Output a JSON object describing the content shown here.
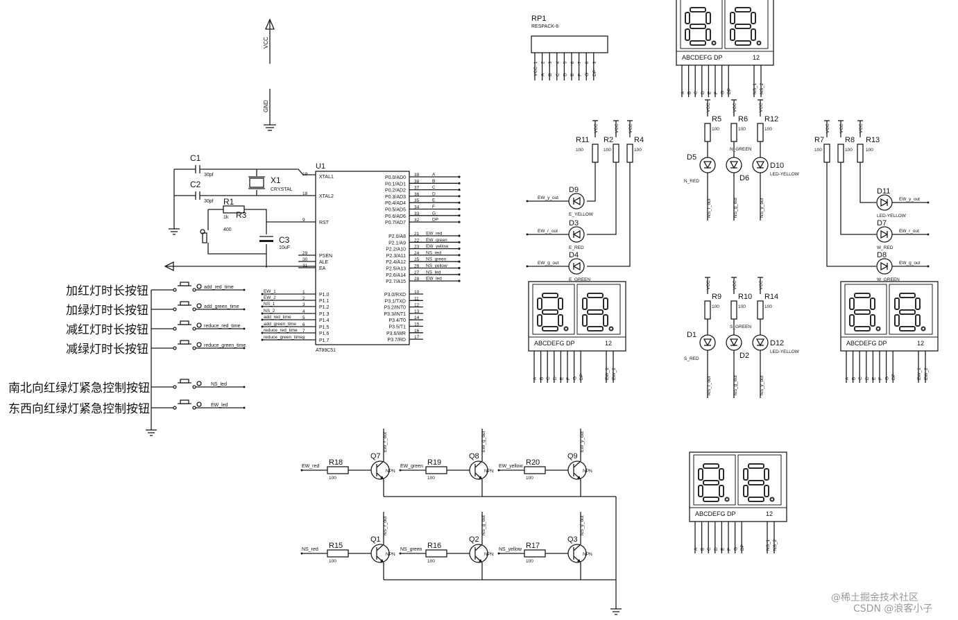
{
  "supply": {
    "vcc": "VCC",
    "gnd": "GND"
  },
  "mcu": {
    "ref": "U1",
    "part": "AT89C51",
    "left_pins": [
      {
        "name": "XTAL1",
        "num": "19"
      },
      {
        "name": "XTAL2",
        "num": "18"
      },
      {
        "name": "RST",
        "num": "9"
      },
      {
        "name": "PSEN",
        "num": "29"
      },
      {
        "name": "ALE",
        "num": "30"
      },
      {
        "name": "EA",
        "num": "31"
      },
      {
        "name": "P1.0",
        "num": "1"
      },
      {
        "name": "P1.1",
        "num": "2"
      },
      {
        "name": "P1.2",
        "num": "3"
      },
      {
        "name": "P1.3",
        "num": "4"
      },
      {
        "name": "P1.4",
        "num": "5"
      },
      {
        "name": "P1.5",
        "num": "6"
      },
      {
        "name": "P1.6",
        "num": "7"
      },
      {
        "name": "P1.7",
        "num": "8"
      }
    ],
    "p1_nets": [
      "EW_1",
      "EW_2",
      "NS_1",
      "NS_2",
      "add_red_time",
      "add_green_time",
      "reduce_red_time",
      "reduce_green_time"
    ],
    "right_pins": [
      {
        "name": "P0.0/AD0",
        "num": "39",
        "net": "A"
      },
      {
        "name": "P0.1/AD1",
        "num": "38",
        "net": "B"
      },
      {
        "name": "P0.2/AD2",
        "num": "37",
        "net": "C"
      },
      {
        "name": "P0.3/AD3",
        "num": "36",
        "net": "D"
      },
      {
        "name": "P0.4/AD4",
        "num": "35",
        "net": "E"
      },
      {
        "name": "P0.5/AD5",
        "num": "34",
        "net": "F"
      },
      {
        "name": "P0.6/AD6",
        "num": "33",
        "net": "G"
      },
      {
        "name": "P0.7/AD7",
        "num": "32",
        "net": "DP"
      },
      {
        "name": "P2.0/A8",
        "num": "21",
        "net": "EW_red"
      },
      {
        "name": "P2.1/A9",
        "num": "22",
        "net": "EW_green"
      },
      {
        "name": "P2.2/A10",
        "num": "23",
        "net": "EW_yellow"
      },
      {
        "name": "P2.3/A11",
        "num": "24",
        "net": "NS_red"
      },
      {
        "name": "P2.4/A12",
        "num": "25",
        "net": "NS_green"
      },
      {
        "name": "P2.5/A13",
        "num": "26",
        "net": "NS_yellow"
      },
      {
        "name": "P2.6/A14",
        "num": "27",
        "net": "NS_led"
      },
      {
        "name": "P2.7/A15",
        "num": "28",
        "net": "EW_led"
      },
      {
        "name": "P3.0/RXD",
        "num": "10",
        "net": ""
      },
      {
        "name": "P3.1/TXD",
        "num": "11",
        "net": ""
      },
      {
        "name": "P3.2/INT0",
        "num": "12",
        "net": ""
      },
      {
        "name": "P3.3/INT1",
        "num": "13",
        "net": ""
      },
      {
        "name": "P3.4/T0",
        "num": "14",
        "net": ""
      },
      {
        "name": "P3.5/T1",
        "num": "15",
        "net": ""
      },
      {
        "name": "P3.6/WR",
        "num": "16",
        "net": ""
      },
      {
        "name": "P3.7/RD",
        "num": "17",
        "net": ""
      }
    ]
  },
  "oscillator": {
    "c1": {
      "ref": "C1",
      "value": "30pf"
    },
    "c2": {
      "ref": "C2",
      "value": "30pf"
    },
    "x1": {
      "ref": "X1",
      "value": "CRYSTAL"
    },
    "r1": {
      "ref": "R1",
      "value": "1k"
    },
    "r3": {
      "ref": "R3",
      "value": "400"
    },
    "c3": {
      "ref": "C3",
      "value": "10uF"
    }
  },
  "rp1": {
    "ref": "RP1",
    "part": "RESPACK-8",
    "pins": [
      "VCC",
      "A",
      "B",
      "C",
      "D",
      "E",
      "F",
      "G",
      "DP"
    ],
    "nums": [
      "1",
      "2",
      "3",
      "4",
      "5",
      "6",
      "7",
      "8",
      "9"
    ]
  },
  "buttons": [
    {
      "label": "加红灯时长按钮",
      "net": "add_red_time"
    },
    {
      "label": "加绿灯时长按钮",
      "net": "add_green_time"
    },
    {
      "label": "减红灯时长按钮",
      "net": "reduce_red_time"
    },
    {
      "label": "减绿灯时长按钮",
      "net": "reduce_green_time"
    },
    {
      "label": "南北向红绿灯紧急控制按钮",
      "net": "NS_led"
    },
    {
      "label": "东西向红绿灯紧急控制按钮",
      "net": "EW_led"
    }
  ],
  "display": {
    "seg_pins": [
      "A",
      "B",
      "C",
      "D",
      "E",
      "F",
      "G",
      "DP"
    ],
    "footer_left": "ABCDEFG DP",
    "footer_right": "12",
    "dig_labels": {
      "top": [
        "NS_1",
        "NS_2"
      ],
      "west": [
        "EW_1",
        "EW_2"
      ],
      "east": [
        "EW_1",
        "EW_2"
      ],
      "bottom": [
        "NS_1",
        "NS_2"
      ]
    }
  },
  "west_leds": {
    "resistors": [
      {
        "ref": "R11",
        "value": "100"
      },
      {
        "ref": "R2",
        "value": "100"
      },
      {
        "ref": "R4",
        "value": "100"
      }
    ],
    "leds": [
      {
        "ref": "D9",
        "net": "EW_y_out",
        "label": "E_YELLOW"
      },
      {
        "ref": "D3",
        "net": "EW_r_out",
        "label": "E_RED"
      },
      {
        "ref": "D4",
        "net": "EW_g_out",
        "label": "E_GREEN"
      }
    ]
  },
  "north_leds": {
    "resistors": [
      {
        "ref": "R5",
        "value": "100"
      },
      {
        "ref": "R6",
        "value": "100"
      },
      {
        "ref": "R12",
        "value": "100"
      }
    ],
    "leds": [
      {
        "ref": "D5",
        "label": "N_RED",
        "net": "NS_r_out"
      },
      {
        "ref": "D6",
        "label": "N_GREEN",
        "net": "NS_g_out"
      },
      {
        "ref": "D10",
        "label": "LED-YELLOW",
        "net": "NS_y_out"
      }
    ]
  },
  "east_leds": {
    "resistors": [
      {
        "ref": "R7",
        "value": "100"
      },
      {
        "ref": "R8",
        "value": "100"
      },
      {
        "ref": "R13",
        "value": "100"
      }
    ],
    "leds": [
      {
        "ref": "D11",
        "net": "EW_y_out",
        "label": "LED-YELLOW"
      },
      {
        "ref": "D7",
        "net": "EW_r_out",
        "label": "W_RED"
      },
      {
        "ref": "D8",
        "net": "EW_g_out",
        "label": "W_GREEN"
      }
    ]
  },
  "south_leds": {
    "resistors": [
      {
        "ref": "R9",
        "value": "100"
      },
      {
        "ref": "R10",
        "value": "100"
      },
      {
        "ref": "R14",
        "value": "100"
      }
    ],
    "leds": [
      {
        "ref": "D1",
        "label": "S_RED",
        "net": "NS_r_out"
      },
      {
        "ref": "D2",
        "label": "S_GREEN",
        "net": "NS_g_out"
      },
      {
        "ref": "D12",
        "label": "LED-YELLOW",
        "net": "NS_y_out"
      }
    ]
  },
  "drivers": {
    "row1": [
      {
        "q": "Q7",
        "r": "R18",
        "rv": "100",
        "in": "EW_red",
        "out": "EW_r_out"
      },
      {
        "q": "Q8",
        "r": "R19",
        "rv": "100",
        "in": "EW_green",
        "out": "EW_g_out"
      },
      {
        "q": "Q9",
        "r": "R20",
        "rv": "100",
        "in": "EW_yellow",
        "out": "EW_y_out"
      }
    ],
    "row2": [
      {
        "q": "Q1",
        "r": "R15",
        "rv": "100",
        "in": "NS_red",
        "out": "NS_r_out"
      },
      {
        "q": "Q2",
        "r": "R16",
        "rv": "100",
        "in": "NS_green",
        "out": "NS_g_out"
      },
      {
        "q": "Q3",
        "r": "R17",
        "rv": "100",
        "in": "NS_yellow",
        "out": "NS_y_out"
      }
    ],
    "type": "NPN"
  },
  "watermark": [
    "@稀土掘金技术社区",
    "CSDN @浪客小子"
  ]
}
